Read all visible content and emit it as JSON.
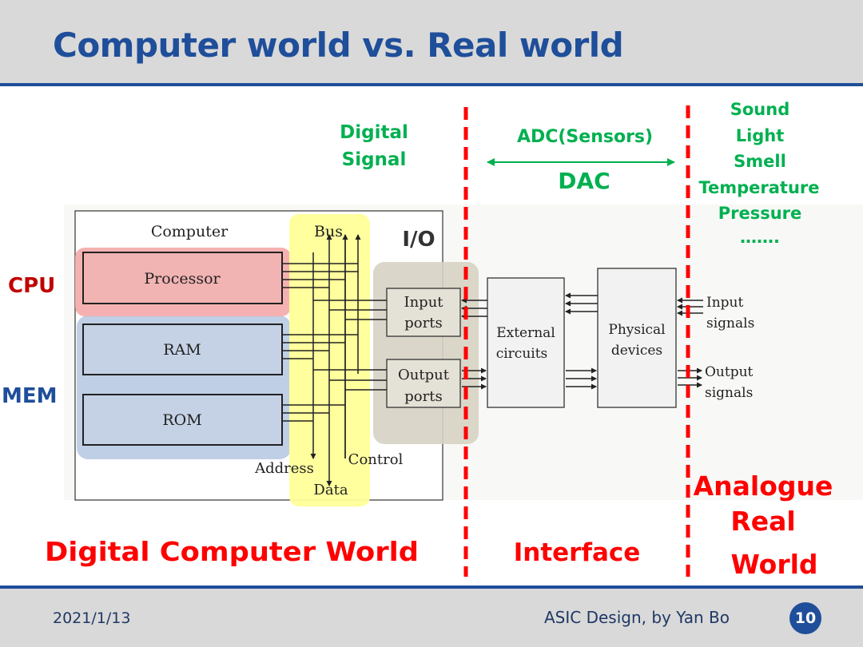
{
  "slide": {
    "title": "Computer world vs. Real world",
    "date": "2021/1/13",
    "author": "ASIC Design, by Yan Bo",
    "page_number": "10"
  },
  "diagram": {
    "computer_label": "Computer",
    "bus_label": "Bus",
    "io_label": "I/O",
    "cpu_label": "CPU",
    "mem_label": "MEM",
    "processor": "Processor",
    "ram": "RAM",
    "rom": "ROM",
    "input_ports": [
      "Input",
      "ports"
    ],
    "output_ports": [
      "Output",
      "ports"
    ],
    "external_circuits": [
      "External",
      "circuits"
    ],
    "physical_devices": [
      "Physical",
      "devices"
    ],
    "input_signals": [
      "Input",
      "signals"
    ],
    "output_signals": [
      "Output",
      "signals"
    ],
    "address": "Address",
    "data": "Data",
    "control": "Control",
    "digital_signal": [
      "Digital",
      "Signal"
    ],
    "adc": "ADC(Sensors)",
    "dac": "DAC",
    "real_signals": [
      "Sound",
      "Light",
      "Smell",
      "Temperature",
      "Pressure",
      "……."
    ],
    "digital_world": "Digital Computer World",
    "interface": "Interface",
    "real_world": [
      "Analogue",
      "Real",
      "World"
    ]
  },
  "colors": {
    "accent": "#1f4e9a",
    "red": "#ff0000",
    "green": "#00b050",
    "cpu": "#c00000",
    "mem": "#1f4e9a"
  }
}
